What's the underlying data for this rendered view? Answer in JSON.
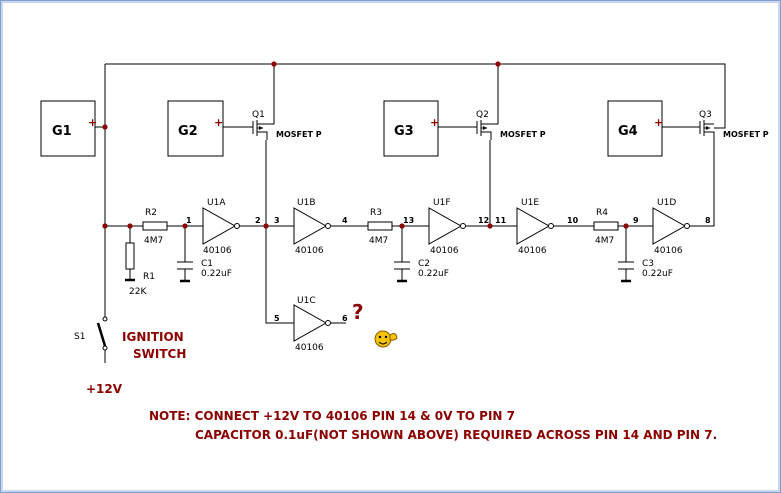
{
  "generators": [
    "G1",
    "G2",
    "G3",
    "G4"
  ],
  "plus": "+",
  "mosfets": [
    {
      "ref": "Q1",
      "type": "MOSFET P"
    },
    {
      "ref": "Q2",
      "type": "MOSFET P"
    },
    {
      "ref": "Q3",
      "type": "MOSFET P"
    }
  ],
  "resistors": [
    {
      "ref": "R1",
      "value": "22K"
    },
    {
      "ref": "R2",
      "value": "4M7"
    },
    {
      "ref": "R3",
      "value": "4M7"
    },
    {
      "ref": "R4",
      "value": "4M7"
    }
  ],
  "capacitors": [
    {
      "ref": "C1",
      "value": "0.22uF"
    },
    {
      "ref": "C2",
      "value": "0.22uF"
    },
    {
      "ref": "C3",
      "value": "0.22uF"
    }
  ],
  "inverters": [
    {
      "ref": "U1A",
      "part": "40106",
      "in_pin": "1",
      "out_pin": "2"
    },
    {
      "ref": "U1B",
      "part": "40106",
      "in_pin": "3",
      "out_pin": "4"
    },
    {
      "ref": "U1C",
      "part": "40106",
      "in_pin": "5",
      "out_pin": "6"
    },
    {
      "ref": "U1F",
      "part": "40106",
      "in_pin": "13",
      "out_pin": "12"
    },
    {
      "ref": "U1E",
      "part": "40106",
      "in_pin": "11",
      "out_pin": "10"
    },
    {
      "ref": "U1D",
      "part": "40106",
      "in_pin": "9",
      "out_pin": "8"
    }
  ],
  "switch": {
    "ref": "S1",
    "label_line1": "IGNITION",
    "label_line2": "SWITCH"
  },
  "supply": "+12V",
  "question_mark": "?",
  "notes": {
    "line1": "NOTE: CONNECT +12V TO 40106 PIN 14 & 0V TO PIN 7",
    "line2": "CAPACITOR 0.1uF(NOT SHOWN ABOVE) REQUIRED ACROSS PIN 14 AND PIN 7."
  },
  "colors": {
    "accent": "#8a0000",
    "wire": "#000000",
    "frame": "#7e9fd0",
    "emoji_face": "#f5c400"
  },
  "icons": {
    "emoji": "smiling-face-waving-icon"
  }
}
